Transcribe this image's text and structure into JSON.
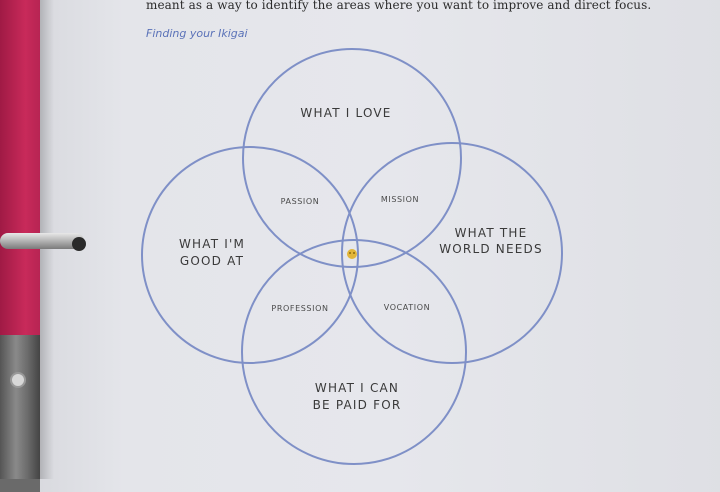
{
  "page": {
    "body_text": "meant as a way to identify the areas where you want to improve and direct focus.",
    "caption": "Finding your Ikigai"
  },
  "diagram": {
    "circles": {
      "love": [
        "WHAT I LOVE"
      ],
      "good_at": [
        "WHAT I'M",
        "GOOD AT"
      ],
      "world_needs": [
        "WHAT THE",
        "WORLD NEEDS"
      ],
      "paid_for": [
        "WHAT I CAN",
        "BE PAID FOR"
      ]
    },
    "overlaps": {
      "passion": "PASSION",
      "mission": "MISSION",
      "profession": "PROFESSION",
      "vocation": "VOCATION"
    },
    "center_icon": "ikigai-center-icon",
    "colors": {
      "circle_stroke": "#7f90c7",
      "center_icon": "#e2b53a"
    }
  }
}
